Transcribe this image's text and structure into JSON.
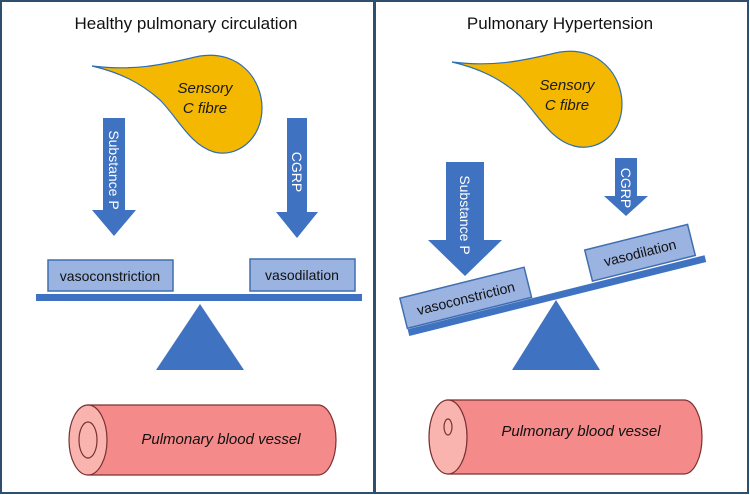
{
  "panels": {
    "healthy": {
      "title": "Healthy pulmonary circulation",
      "fibre_line1": "Sensory",
      "fibre_line2": "C fibre",
      "arrow_left_label": "Substance P",
      "arrow_right_label": "CGRP",
      "box_left": "vasoconstriction",
      "box_right": "vasodilation",
      "vessel_label": "Pulmonary blood vessel"
    },
    "hypertension": {
      "title": "Pulmonary Hypertension",
      "fibre_line1": "Sensory",
      "fibre_line2": "C fibre",
      "arrow_left_label": "Substance P",
      "arrow_right_label": "CGRP",
      "box_left": "vasoconstriction",
      "box_right": "vasodilation",
      "vessel_label": "Pulmonary blood vessel"
    }
  },
  "colors": {
    "frame": "#2f4f6f",
    "fibre_fill": "#f5b800",
    "fibre_stroke": "#2f6fb0",
    "arrow_fill": "#3f72c0",
    "box_fill": "#9bb3e0",
    "box_stroke": "#3f6fb0",
    "beam": "#3f72c0",
    "fulcrum": "#3f72c0",
    "vessel_fill": "#f48a8a",
    "vessel_stroke": "#7a3030",
    "vessel_end": "#f9b4b0"
  }
}
